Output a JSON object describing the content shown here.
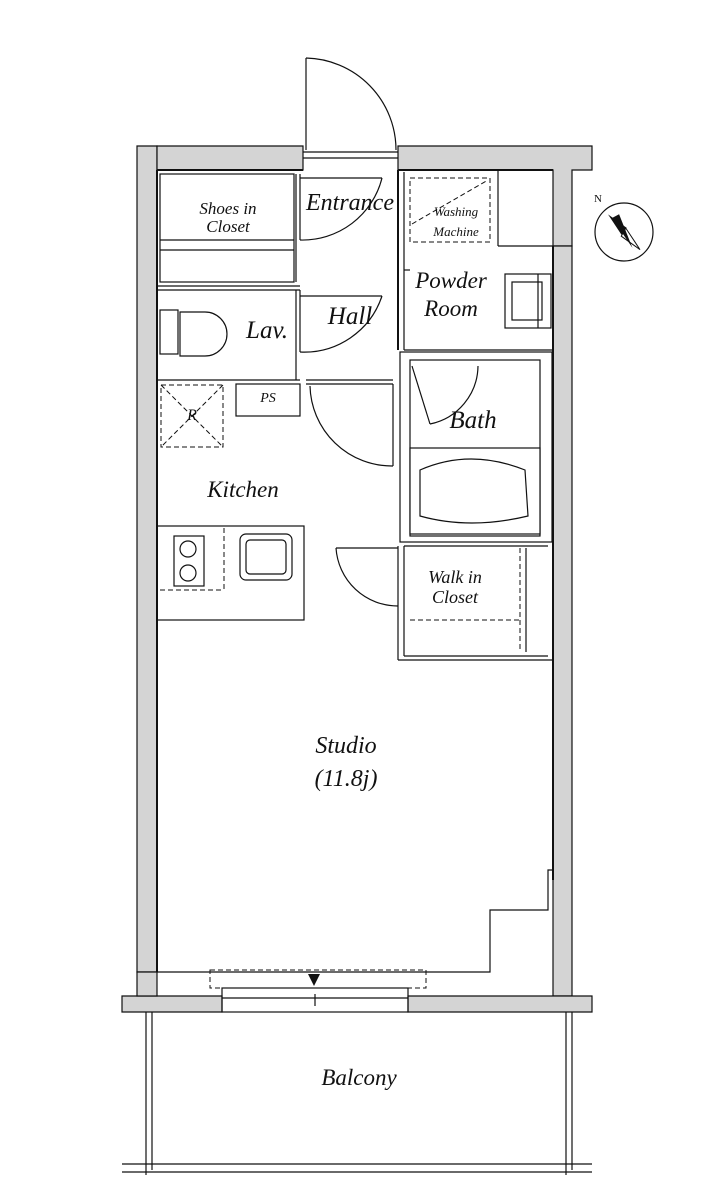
{
  "rooms": {
    "shoes_closet": [
      "Shoes in",
      "Closet"
    ],
    "entrance": "Entrance",
    "washing_machine": [
      "Washing",
      "Machine"
    ],
    "powder_room": [
      "Powder",
      "Room"
    ],
    "lav": "Lav.",
    "hall": "Hall",
    "ps": "PS",
    "refrigerator": "R",
    "bath": "Bath",
    "kitchen": "Kitchen",
    "walk_in_closet": [
      "Walk in",
      "Closet"
    ],
    "studio": [
      "Studio",
      "(11.8j)"
    ],
    "balcony": "Balcony"
  },
  "compass": {
    "label": "N",
    "icon": "north-compass-icon"
  },
  "colors": {
    "wall_fill": "#d4d4d4",
    "line": "#111111",
    "background": "#ffffff"
  }
}
